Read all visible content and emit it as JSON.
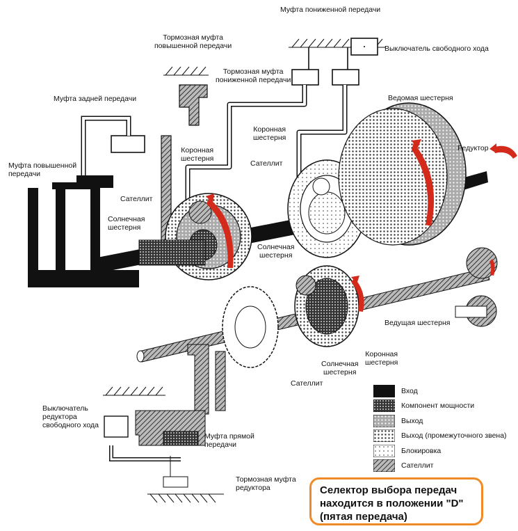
{
  "labels": {
    "muf_ponizh_top": "Муфта пониженной передачи",
    "vykl_svob_hoda": "Выключатель свободного хода",
    "torm_povysh_1": "Тормозная муфта",
    "torm_povysh_2": "повышенной передачи",
    "torm_ponizh_1": "Тормозная муфта",
    "torm_ponizh_2": "пониженной передачи",
    "muf_zadnei": "Муфта задней передачи",
    "vedomaya": "Ведомая шестерня",
    "korona1_1": "Коронная",
    "korona1_2": "шестерня",
    "korona2_1": "Коронная",
    "korona2_2": "шестерня",
    "satellit1": "Сателлит",
    "satellit2": "Сателлит",
    "reduktor": "Редуктор",
    "muf_povysh_1": "Муфта повышенной",
    "muf_povysh_2": "передачи",
    "soln1_1": "Солнечная",
    "soln1_2": "шестерня",
    "soln2_1": "Солнечная",
    "soln2_2": "шестерня",
    "veduschaya": "Ведущая шестерня",
    "korona3_1": "Коронная",
    "korona3_2": "шестерня",
    "soln3_1": "Солнечная",
    "soln3_2": "шестерня",
    "satellit3": "Сателлит",
    "vykl_red_1": "Выключатель",
    "vykl_red_2": "редуктора",
    "vykl_red_3": "свободного хода",
    "muf_pryamoi_1": "Муфта прямой",
    "muf_pryamoi_2": "передачи",
    "torm_red_1": "Тормозная муфта",
    "torm_red_2": "редуктора"
  },
  "legend": [
    {
      "label": "Вход",
      "pattern": "solid-black"
    },
    {
      "label": "Компонент мощности",
      "pattern": "dense-dots"
    },
    {
      "label": "Выход",
      "pattern": "grey-dots"
    },
    {
      "label": "Выход (промежуточного звена)",
      "pattern": "light-dots"
    },
    {
      "label": "Блокировка",
      "pattern": "sparse-dots"
    },
    {
      "label": "Сателлит",
      "pattern": "hatch"
    }
  ],
  "note": {
    "line1": "Селектор выбора передач",
    "line2": "находится в положении \"D\"",
    "line3": "(пятая передача)"
  },
  "colors": {
    "accent_arrow": "#d42a1c",
    "note_border": "#f08a24",
    "ink": "#111111"
  }
}
